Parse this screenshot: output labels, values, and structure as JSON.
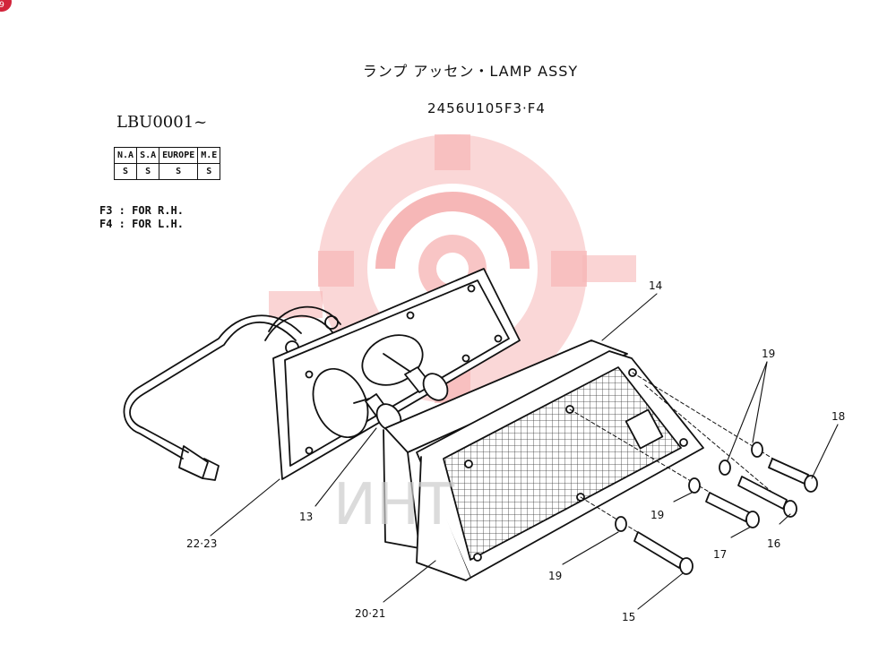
{
  "badge": "9",
  "header": {
    "title": "ランプ アッセン・LAMP ASSY",
    "part_number": "2456U105F3·F4",
    "serial": "LBU0001~"
  },
  "market_table": {
    "headers": [
      "N.A",
      "S.A",
      "EUROPE",
      "M.E"
    ],
    "values": [
      "S",
      "S",
      "S",
      "S"
    ]
  },
  "notes": [
    "F3 : FOR R.H.",
    "F4 : FOR L.H."
  ],
  "callouts": {
    "c13": "13",
    "c14": "14",
    "c15": "15",
    "c16": "16",
    "c17": "17",
    "c18": "18",
    "c19a": "19",
    "c19b": "19",
    "c19c": "19",
    "c2021": "20·21",
    "c2223": "22·23"
  },
  "watermark_text": "ИНТ",
  "colors": {
    "watermark": "#f6b7b7",
    "badge": "#d2243b",
    "ink": "#111111"
  }
}
